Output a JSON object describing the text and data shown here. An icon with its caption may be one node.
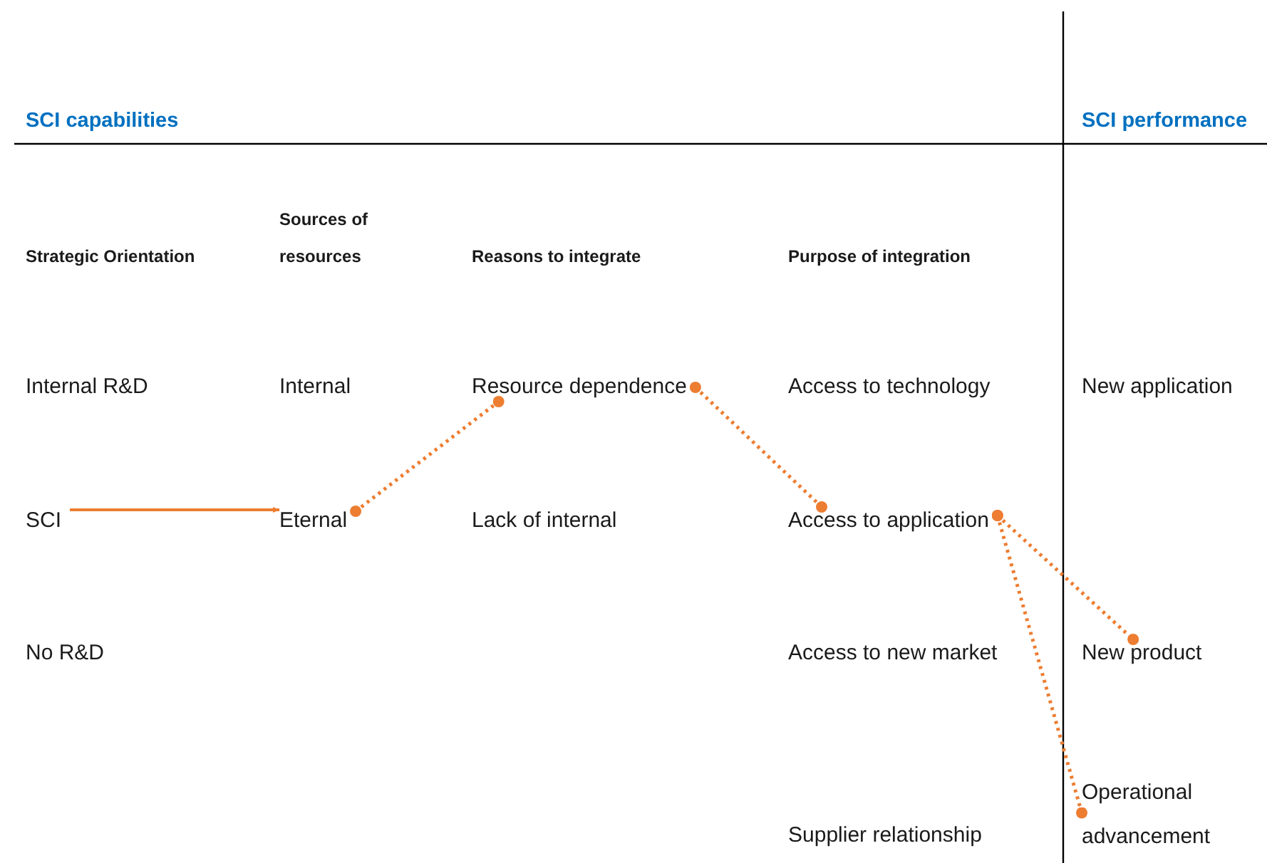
{
  "diagram": {
    "nodes": [
      {
        "text": [
          "SCI"
        ]
      },
      {
        "text": [
          "Eternal"
        ]
      },
      {
        "text": [
          "Resource dependence"
        ]
      },
      {
        "text": [
          "Access to application"
        ]
      },
      {
        "text": [
          "New product"
        ]
      },
      {
        "text": [
          "Operational advancement"
        ]
      }
    ],
    "edges": [
      {
        "from": 0,
        "to": 1,
        "arrow": "to"
      },
      {
        "from": 1,
        "to": 2,
        "arrow": "other",
        "style": "dashed"
      },
      {
        "from": 2,
        "to": 3,
        "arrow": "other",
        "style": "dashed"
      },
      {
        "from": 3,
        "to": 4,
        "arrow": "other",
        "style": "dashed"
      },
      {
        "from": 3,
        "to": 5,
        "arrow": "other",
        "style": "dashed"
      }
    ],
    "labels": [
      "SCI capabilities",
      "SCI performance",
      "Strategic Orientation",
      "Sources of resources",
      "Reasons to integrate",
      "Purpose of integration",
      "Internal R&D",
      "Internal",
      "Access to technology",
      "New application",
      "Lack of internal",
      "No R&D",
      "Access to new market",
      "Supplier relationship"
    ]
  }
}
